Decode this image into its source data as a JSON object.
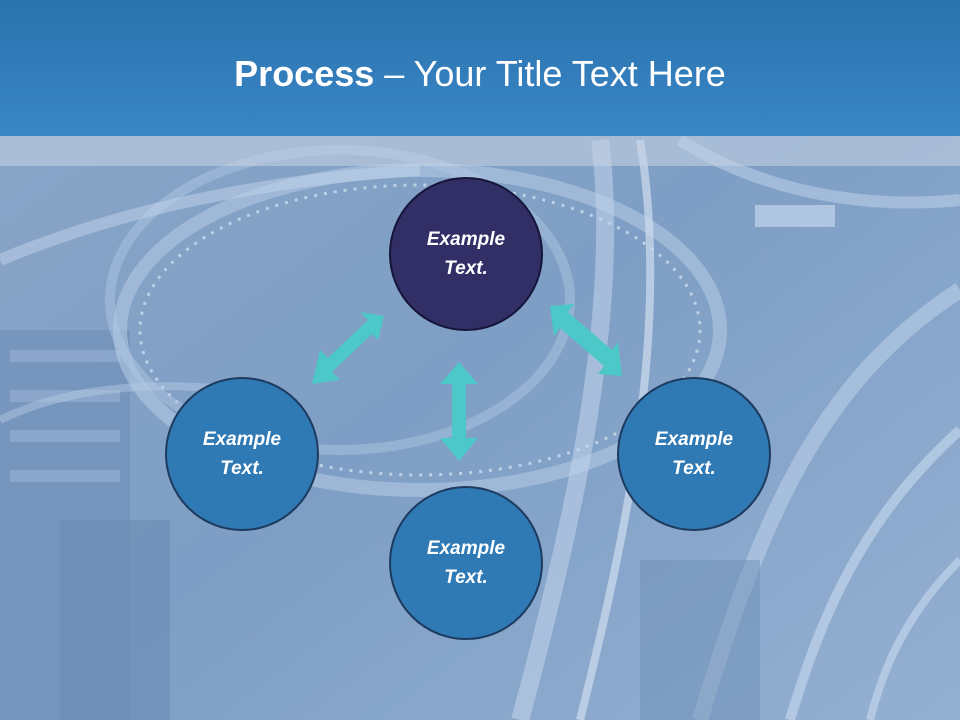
{
  "title": {
    "bold": "Process",
    "rest": " – Your Title Text Here"
  },
  "nodes": {
    "top": "Example Text.",
    "left": "Example Text.",
    "right": "Example Text.",
    "bottom": "Example Text."
  },
  "colors": {
    "header": "#3a86c6",
    "node_blue": "#2f79b4",
    "node_dark": "#322f66",
    "arrow": "#4cc8c8"
  }
}
